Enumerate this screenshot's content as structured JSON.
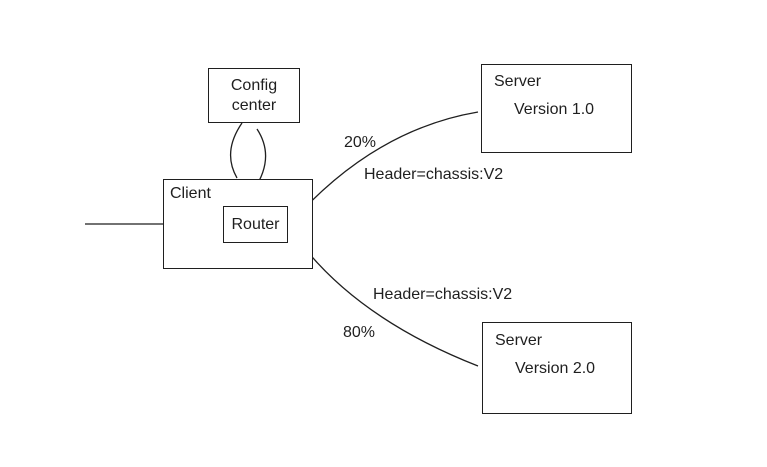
{
  "canvas": {
    "background": "#ffffff",
    "line_color": "#1f1f1f",
    "text_color": "#1f1f1f"
  },
  "nodes": {
    "config_center": {
      "line1": "Config",
      "line2": "center"
    },
    "client": {
      "label": "Client"
    },
    "router": {
      "label": "Router"
    },
    "server_v1": {
      "title": "Server",
      "version": "Version 1.0"
    },
    "server_v2": {
      "title": "Server",
      "version": "Version 2.0"
    }
  },
  "edges": {
    "route_v1": {
      "weight": "20%",
      "condition": "Header=chassis:V2"
    },
    "route_v2": {
      "weight": "80%",
      "condition": "Header=chassis:V2"
    }
  }
}
